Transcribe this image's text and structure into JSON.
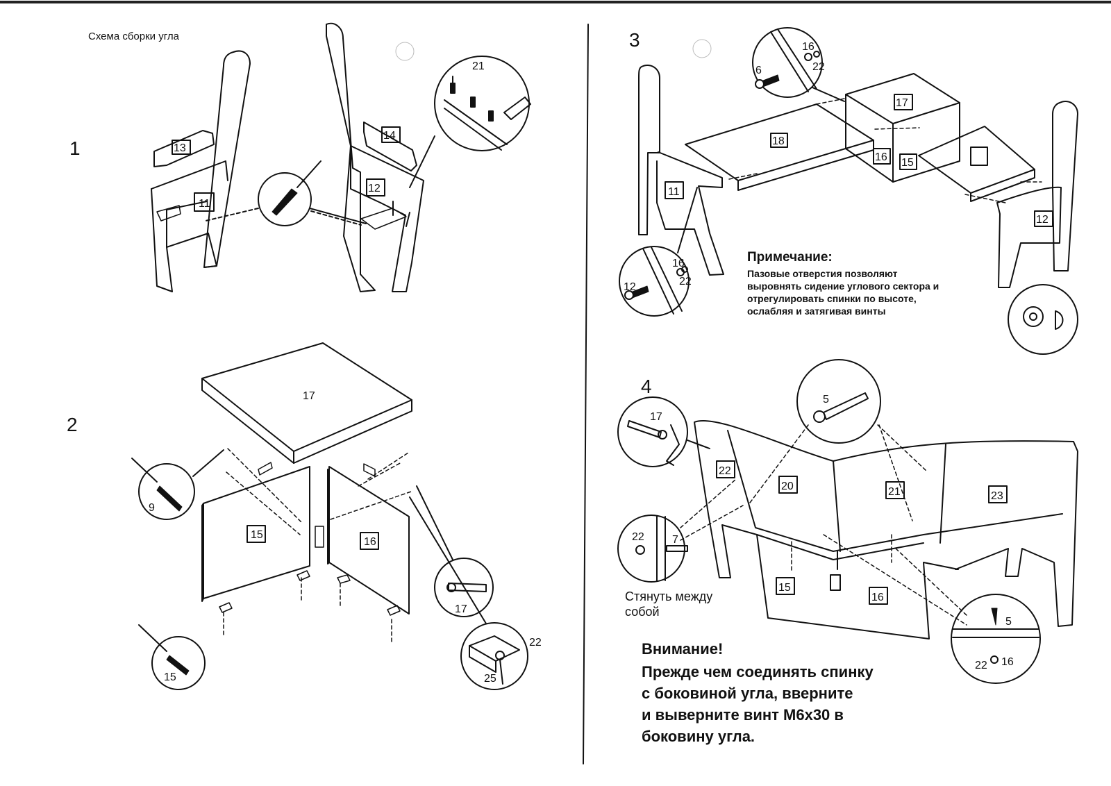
{
  "document": {
    "title": "Схема сборки угла",
    "steps": [
      "1",
      "2",
      "3",
      "4"
    ],
    "note": {
      "heading": "Примечание:",
      "lines": [
        "Пазовые отверстия позволяют",
        "выровнять сидение углового сектора и",
        "отрегулировать спинки по высоте,",
        "ослабляя и затягивая винты"
      ]
    },
    "pull_label": [
      "Стянуть между",
      "собой"
    ],
    "warning": {
      "heading": "Внимание!",
      "body": "Прежде чем соединять спинку\nс боковиной угла, вверните\nи выверните винт М6х30 в\nбоковину угла."
    }
  },
  "diagram1": {
    "parts": {
      "p13": "13",
      "p11": "11",
      "p14": "14",
      "p12": "12"
    },
    "callout_screw": "21"
  },
  "diagram2": {
    "parts": {
      "p17": "17",
      "p15": "15",
      "p16": "16"
    },
    "callouts": {
      "c9": "9",
      "c15": "15",
      "c17": "17",
      "c22": "22",
      "c25": "25"
    }
  },
  "diagram3": {
    "parts": {
      "p17": "17",
      "p18": "18",
      "p16": "16",
      "p15": "15",
      "p11": "11",
      "p12": "12"
    },
    "callouts": {
      "c6": "6",
      "c16a": "16",
      "c22a": "22",
      "c12": "12",
      "c16b": "16",
      "c22b": "22"
    }
  },
  "diagram4": {
    "parts": {
      "p22": "22",
      "p20": "20",
      "p21": "21",
      "p23": "23",
      "p15": "15",
      "p16": "16"
    },
    "callouts": {
      "c5a": "5",
      "c17": "17",
      "c22a": "22",
      "c7": "7",
      "c5b": "5",
      "c22b": "22",
      "c16": "16"
    }
  }
}
